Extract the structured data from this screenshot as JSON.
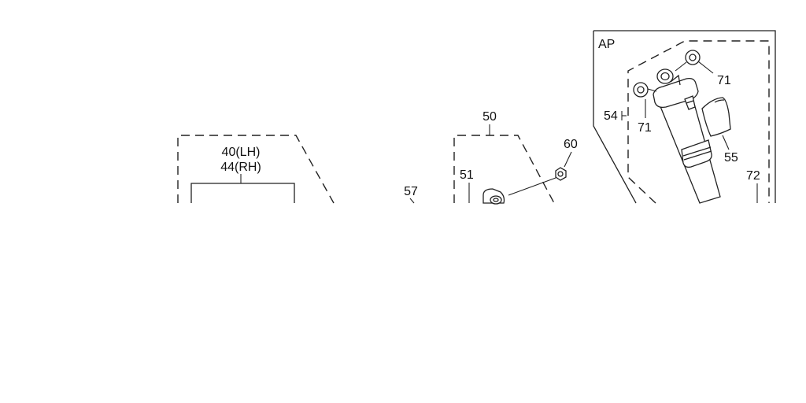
{
  "diagram": {
    "inset_label": "AP",
    "labels": {
      "p40": "40(LH)",
      "p44": "44(RH)",
      "p50": "50",
      "p51": "51",
      "p57": "57",
      "p60": "60",
      "p54": "54",
      "p71a": "71",
      "p71b": "71",
      "p55": "55",
      "p72": "72"
    }
  }
}
